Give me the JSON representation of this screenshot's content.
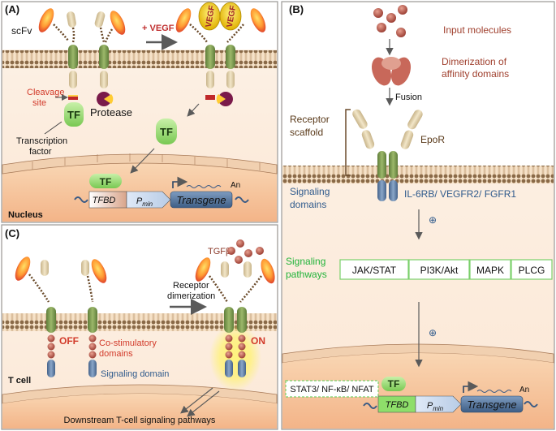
{
  "panelA": {
    "label": "(A)",
    "scfv": "scFv",
    "vegf_arrow": "+ VEGF",
    "vegf": "VEGF",
    "cleavage_l1": "Cleavage",
    "cleavage_l2": "site",
    "protease": "Protease",
    "tf": "TF",
    "tf_l1": "Transcription",
    "tf_l2": "factor",
    "tfbd": "TFBD",
    "pmin": "P",
    "pmin_sub": "min",
    "transgene": "Transgene",
    "an": "An",
    "nucleus": "Nucleus"
  },
  "panelB": {
    "label": "(B)",
    "input": "Input molecules",
    "dimer_l1": "Dimerization of",
    "dimer_l2": "affinity domains",
    "fusion": "Fusion",
    "scaffold_l1": "Receptor",
    "scaffold_l2": "scaffold",
    "epor": "EpoR",
    "sig_l1": "Signaling",
    "sig_l2": "domains",
    "domains": "IL-6RB/ VEGFR2/ FGFR1",
    "plus": "⊕",
    "pathways_l1": "Signaling",
    "pathways_l2": "pathways",
    "pathways": [
      "JAK/STAT",
      "PI3K/Akt",
      "MAPK",
      "PLCG"
    ],
    "tfs": "STAT3/ NF-κB/ NFAT",
    "tf": "TF",
    "tfbd": "TFBD",
    "pmin": "P",
    "pmin_sub": "min",
    "transgene": "Transgene",
    "an": "An"
  },
  "panelC": {
    "label": "(C)",
    "tgfb": "TGFβ",
    "rec_l1": "Receptor",
    "rec_l2": "dimerization",
    "off": "OFF",
    "on": "ON",
    "costim_l1": "Co-stimulatory",
    "costim_l2": "domains",
    "signaling": "Signaling domain",
    "tcell": "T cell",
    "downstream": "Downstream T-cell signaling pathways"
  },
  "colors": {
    "membrane": "#f3d9b8",
    "lipid": "#8a6a48",
    "nucleus": "#f6c39a",
    "tf_green": "#8fd46a",
    "transgene": "#4f6f93",
    "red_label": "#d23a2a",
    "dark_red": "#8b3a2a",
    "blue_label": "#2f5a8c",
    "green_label": "#22b33a",
    "vegf": "#e8c31a",
    "input_molecule": "#b85a4e"
  }
}
